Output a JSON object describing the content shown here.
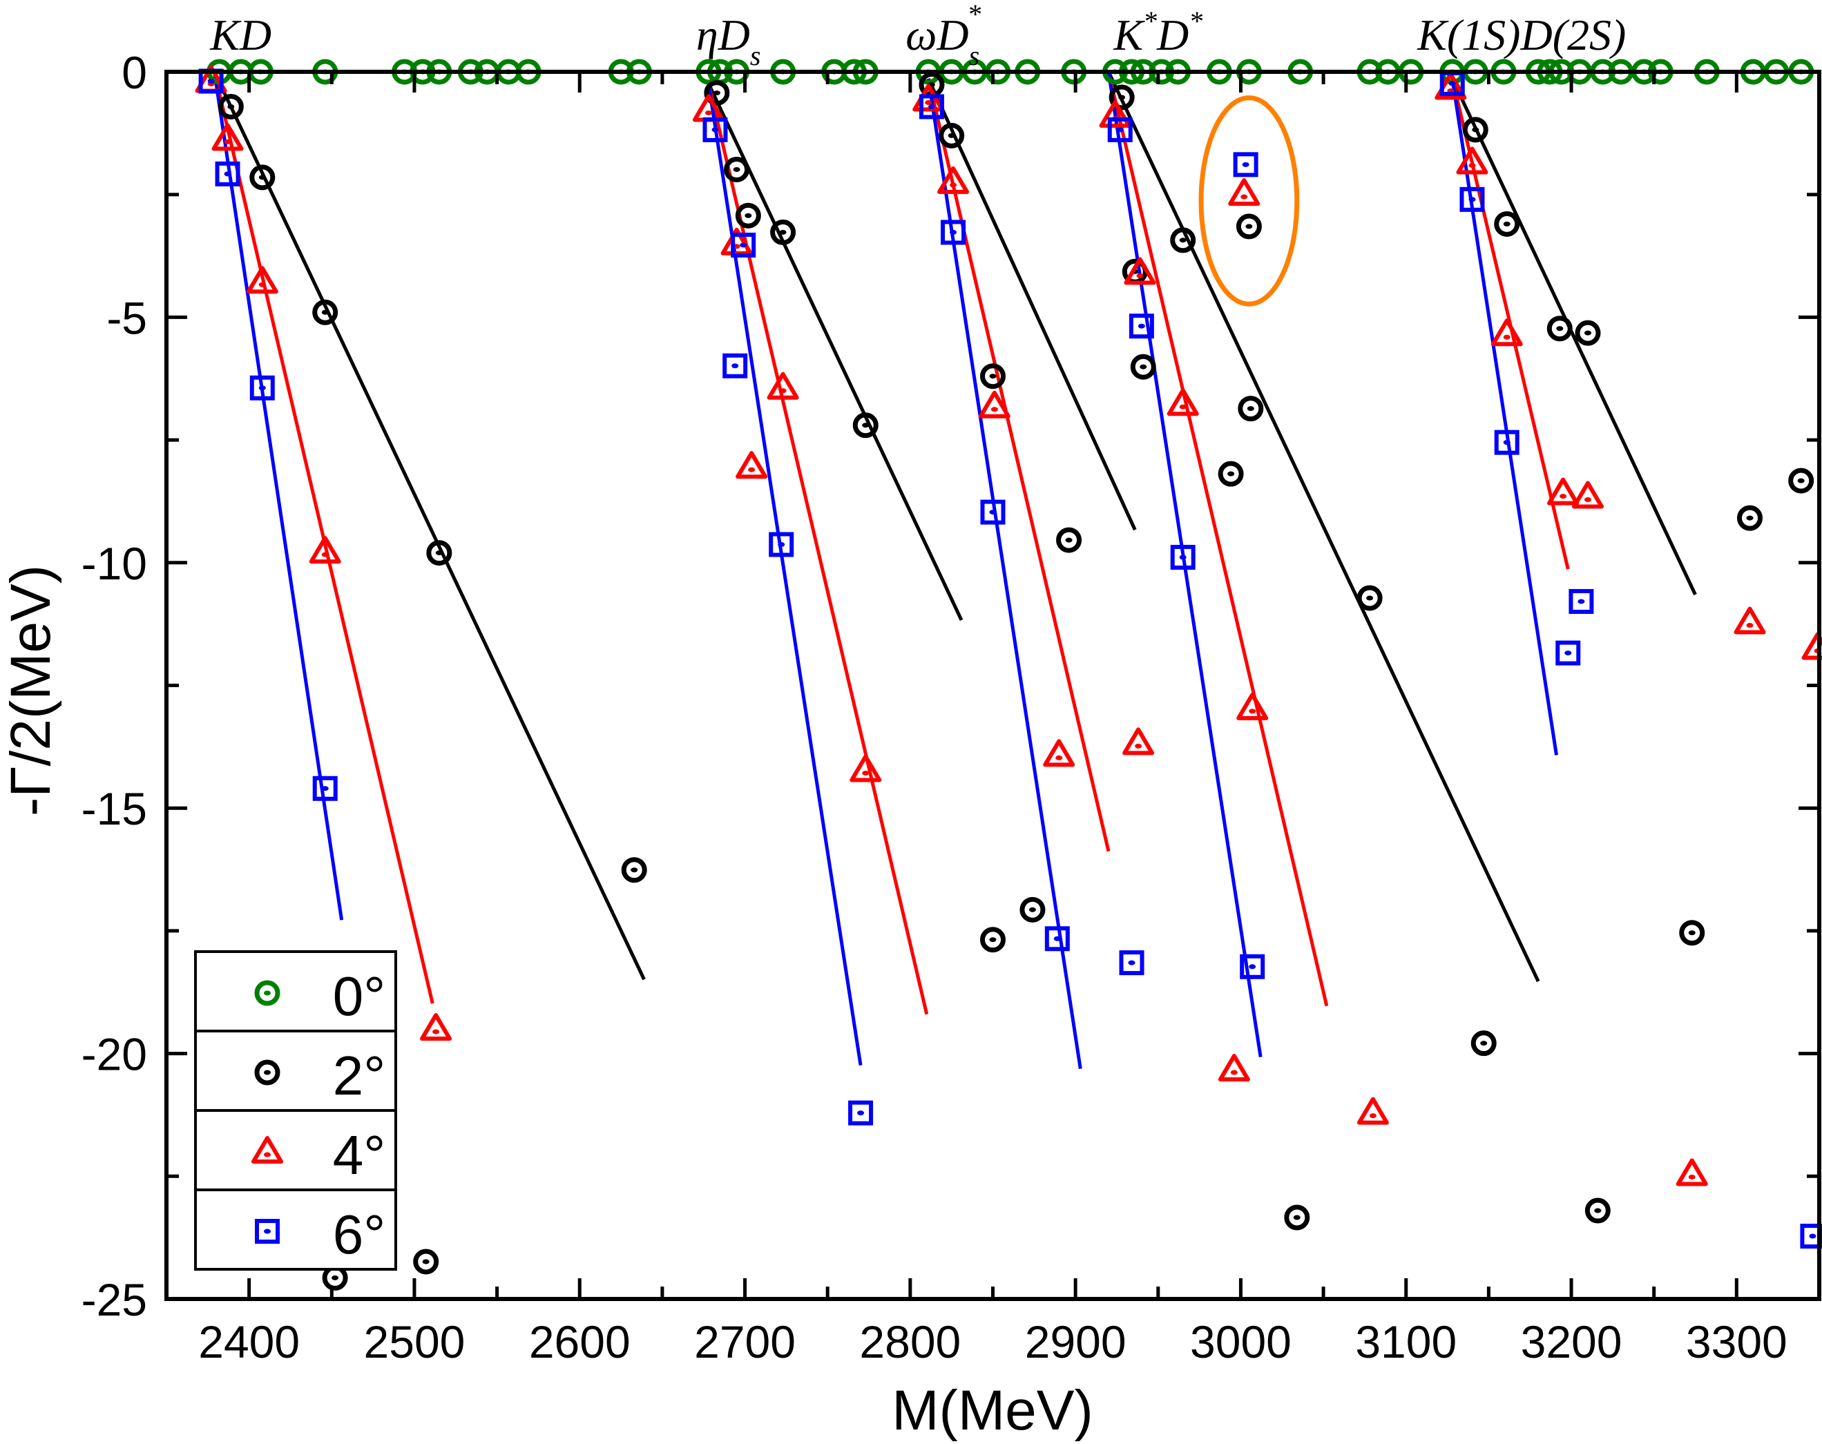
{
  "chart_data": {
    "type": "scatter",
    "xlabel": "M(MeV)",
    "ylabel": "-Γ/2(MeV)",
    "xlim": [
      2350,
      3350
    ],
    "ylim": [
      -25,
      0
    ],
    "xticks": [
      2400,
      2500,
      2600,
      2700,
      2800,
      2900,
      3000,
      3100,
      3200,
      3300
    ],
    "yticks": [
      0,
      -5,
      -10,
      -15,
      -20,
      -25
    ],
    "grid": false,
    "legend_placement": "bottom-left",
    "threshold_labels": [
      {
        "base": "KD",
        "sub": "",
        "sup": "",
        "x": 2395
      },
      {
        "base": "ηD",
        "sub": "s",
        "sup": "",
        "x": 2690
      },
      {
        "base": "ωD",
        "sub": "s",
        "sup": "*",
        "x": 2820
      },
      {
        "base": "K",
        "sup1": "*",
        "base2": "D",
        "sup": "*",
        "x": 2950
      },
      {
        "base": "K(1S)D(2S)",
        "sub": "",
        "sup": "",
        "x": 3170
      }
    ],
    "annotation": {
      "shape": "ellipse",
      "color": "#FF8000",
      "center": [
        3005,
        -2.63
      ],
      "radius": [
        29,
        2.1
      ]
    },
    "series": [
      {
        "name": "0°",
        "marker": "circle",
        "color": "#008000",
        "x": [
          2382,
          2395,
          2407,
          2446,
          2494,
          2505,
          2515,
          2534,
          2544,
          2557,
          2569,
          2625,
          2636,
          2678,
          2685,
          2695,
          2723,
          2754,
          2766,
          2773,
          2811,
          2825,
          2839,
          2853,
          2871,
          2899,
          2924,
          2934,
          2941,
          2952,
          2962,
          2987,
          3005,
          3036,
          3078,
          3089,
          3103,
          3128,
          3142,
          3159,
          3180,
          3187,
          3194,
          3205,
          3219,
          3230,
          3244,
          3254,
          3282,
          3310,
          3324,
          3339
        ],
        "y": [
          0,
          0,
          0,
          0,
          0,
          0,
          0,
          0,
          0,
          0,
          0,
          0,
          0,
          0,
          0,
          0,
          0,
          0,
          0,
          0,
          0,
          0,
          0,
          0,
          0,
          0,
          0,
          0,
          0,
          0,
          0,
          0,
          0,
          0,
          0,
          0,
          0,
          0,
          0,
          0,
          0,
          0,
          0,
          0,
          0,
          0,
          0,
          0,
          0,
          0,
          0,
          0
        ],
        "lines": []
      },
      {
        "name": "2°",
        "marker": "circle",
        "color": "#000000",
        "x": [
          2389,
          2408,
          2446,
          2515,
          2633,
          2452,
          2507,
          2683,
          2695,
          2702,
          2723,
          2773,
          2813,
          2825,
          2850,
          2850,
          2874,
          2896,
          2928,
          2936,
          2941,
          2965,
          2994,
          3006,
          3005,
          3034,
          3078,
          3142,
          3161,
          3193,
          3210,
          3147,
          3216,
          3273,
          3308,
          3339
        ],
        "y": [
          -0.71,
          -2.15,
          -4.9,
          -9.8,
          -16.26,
          -24.57,
          -24.24,
          -0.43,
          -1.99,
          -2.93,
          -3.27,
          -7.2,
          -0.26,
          -1.3,
          -6.2,
          -17.68,
          -17.07,
          -9.54,
          -0.52,
          -4.07,
          -6.01,
          -3.43,
          -8.19,
          -6.86,
          -3.15,
          -23.34,
          -10.72,
          -1.18,
          -3.1,
          -5.23,
          -5.32,
          -19.79,
          -23.2,
          -17.54,
          -9.09,
          -8.33
        ],
        "lines": [
          [
            [
              2379,
              0
            ],
            [
              2639,
              -18.49
            ]
          ],
          [
            [
              2678,
              -0.24
            ],
            [
              2831,
              -11.17
            ]
          ],
          [
            [
              2811,
              -0.14
            ],
            [
              2936,
              -9.33
            ]
          ],
          [
            [
              2920,
              0
            ],
            [
              3180,
              -18.53
            ]
          ],
          [
            [
              3128,
              -0.14
            ],
            [
              3275,
              -10.65
            ]
          ]
        ]
      },
      {
        "name": "4°",
        "marker": "triangle",
        "color": "#FF0000",
        "x": [
          2377,
          2387,
          2408,
          2446,
          2513,
          2678,
          2695,
          2704,
          2723,
          2773,
          2811,
          2826,
          2851,
          2890,
          2924,
          2939,
          2938,
          2965,
          3002,
          3007,
          2996,
          3080,
          3127,
          3140,
          3161,
          3195,
          3210,
          3273,
          3308,
          3349
        ],
        "y": [
          -0.19,
          -1.37,
          -4.28,
          -9.78,
          -19.5,
          -0.78,
          -3.5,
          -8.05,
          -6.44,
          -14.23,
          -0.57,
          -2.25,
          -6.82,
          -13.92,
          -0.9,
          -4.1,
          -13.68,
          -6.77,
          -2.49,
          -12.97,
          -20.33,
          -21.21,
          -0.33,
          -1.85,
          -5.35,
          -8.59,
          -8.66,
          -22.46,
          -11.22,
          -11.74
        ],
        "lines": [
          [
            [
              2379,
              0
            ],
            [
              2511,
              -18.98
            ]
          ],
          [
            [
              2678,
              -0.24
            ],
            [
              2810,
              -19.2
            ]
          ],
          [
            [
              2811,
              -0.14
            ],
            [
              2920,
              -15.88
            ]
          ],
          [
            [
              2920,
              0
            ],
            [
              3052,
              -19.03
            ]
          ],
          [
            [
              3128,
              -0.14
            ],
            [
              3198,
              -10.13
            ]
          ]
        ]
      },
      {
        "name": "6°",
        "marker": "square",
        "color": "#0000FF",
        "x": [
          2377,
          2387,
          2408,
          2446,
          2770,
          2682,
          2699,
          2694,
          2722,
          2813,
          2826,
          2850,
          2889,
          2927,
          2940,
          2965,
          2934,
          3007,
          3003,
          3128,
          3140,
          3161,
          3198,
          3206,
          3346
        ],
        "y": [
          -0.19,
          -2.08,
          -6.44,
          -14.6,
          -21.21,
          -1.18,
          -3.53,
          -5.99,
          -9.63,
          -0.71,
          -3.27,
          -8.97,
          -17.66,
          -1.18,
          -5.18,
          -9.89,
          -18.15,
          -18.23,
          -1.89,
          -0.24,
          -2.6,
          -7.55,
          -11.84,
          -10.79,
          -23.72
        ],
        "lines": [
          [
            [
              2379,
              0
            ],
            [
              2456,
              -17.28
            ]
          ],
          [
            [
              2678,
              -0.24
            ],
            [
              2770,
              -20.24
            ]
          ],
          [
            [
              2811,
              -0.14
            ],
            [
              2903,
              -20.31
            ]
          ],
          [
            [
              2920,
              0
            ],
            [
              3012,
              -20.07
            ]
          ],
          [
            [
              3128,
              -0.14
            ],
            [
              3191,
              -13.92
            ]
          ]
        ]
      }
    ]
  }
}
